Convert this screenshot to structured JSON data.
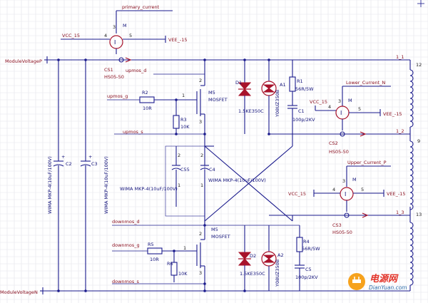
{
  "nets": {
    "primary_current": "primary_current",
    "module_voltage_p": "ModuleVoltageP",
    "module_voltage_n": "ModuleVoltageN",
    "upmos_d": "upmos_d",
    "upmos_g": "upmos_g",
    "upmos_s": "upmos_s",
    "downmos_d": "downmos_d",
    "downmos_g": "downmos_g",
    "downmos_s": "downmos_s",
    "lower_current_n": "Lower_Current_N",
    "upper_current_p": "Upper_Current_P",
    "vcc_15": "VCC_15",
    "vee_15": "VEE_-15"
  },
  "components": {
    "meter_m_label": "M",
    "cs1": "CS1",
    "cs1_part": "HS05-50",
    "cs2": "CS2",
    "cs2_part": "HS05-50",
    "cs3": "CS3",
    "cs3_part": "HS05-50",
    "r2": "R2",
    "r2_val": "10R",
    "r3": "R3",
    "r3_val": "10K",
    "r5": "R5",
    "r5_val": "10R",
    "r6": "R6",
    "r6_val": "10K",
    "r1": "R1",
    "r1_val": "56R/5W",
    "r4": "R4",
    "r4_val": "56R/5W",
    "m5_top": "M5",
    "m5_top_type": "MOSFET",
    "m5_bot": "M5",
    "m5_bot_type": "MOSFET",
    "d1": "D1",
    "d1_part": "1.5KE350C",
    "d2": "D2",
    "d2_part": "1.5KE350C",
    "a1": "A1",
    "a1_part": "Y08UZ350B",
    "a2": "A2",
    "a2_part": "Y08UZ350B",
    "c1": "C1",
    "c1_val": "100p/2KV",
    "c5": "C5",
    "c5_val": "100p/2KV",
    "c2": "C2",
    "c3": "C3",
    "c4": "C4",
    "c55": "C55",
    "cap_type": "WIMA MKP-4(10uF/100V)"
  },
  "connector": {
    "pin_12": "12",
    "pin_9": "9",
    "pin_13": "13",
    "tap_1_1": "1_1",
    "tap_1_2": "1_2",
    "tap_1_3": "1_3"
  },
  "pins": {
    "p1": "1",
    "p2": "2",
    "p3": "3",
    "p4": "4",
    "p5": "5"
  },
  "watermark": {
    "logo_text": "电源网",
    "url": "DianYuan.com"
  },
  "colors": {
    "wire": "#1a1a8c",
    "component_red": "#a8132b",
    "grid": "#e3e3ea",
    "background": "#ffffff"
  }
}
